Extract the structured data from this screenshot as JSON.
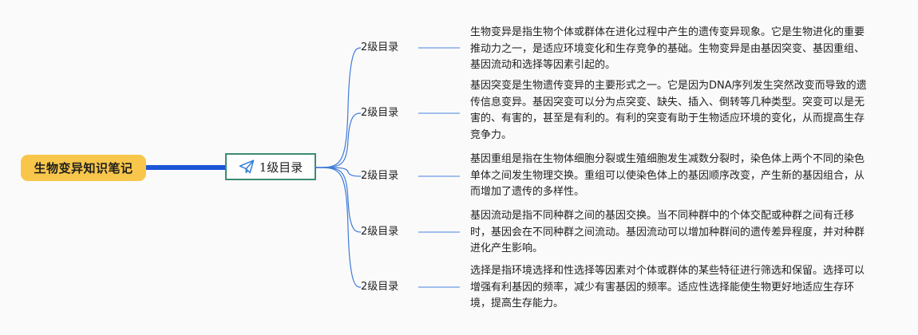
{
  "root": {
    "label": "生物变异知识笔记"
  },
  "level1": {
    "label": "1级目录",
    "icon": "paper-plane-icon"
  },
  "branches": [
    {
      "label": "2级目录",
      "text": "生物变异是指生物个体或群体在进化过程中产生的遗传变异现象。它是生物进化的重要推动力之一，是适应环境变化和生存竞争的基础。生物变异是由基因突变、基因重组、基因流动和选择等因素引起的。"
    },
    {
      "label": "2级目录",
      "text": "基因突变是生物遗传变异的主要形式之一。它是因为DNA序列发生突然改变而导致的遗传信息变异。基因突变可以分为点突变、缺失、插入、倒转等几种类型。突变可以是无害的、有害的，甚至是有利的。有利的突变有助于生物适应环境的变化，从而提高生存竞争力。"
    },
    {
      "label": "2级目录",
      "text": "基因重组是指在生物体细胞分裂或生殖细胞发生减数分裂时，染色体上两个不同的染色单体之间发生物理交换。重组可以使染色体上的基因顺序改变，产生新的基因组合，从而增加了遗传的多样性。"
    },
    {
      "label": "2级目录",
      "text": "基因流动是指不同种群之间的基因交换。当不同种群中的个体交配或种群之间有迁移时，基因会在不同种群之间流动。基因流动可以增加种群间的遗传差异程度，并对种群进化产生影响。"
    },
    {
      "label": "2级目录",
      "text": "选择是指环境选择和性选择等因素对个体或群体的某些特征进行筛选和保留。选择可以增强有利基因的频率，减少有害基因的频率。适应性选择能使生物更好地适应生存环境，提高生存能力。"
    }
  ],
  "colors": {
    "root_fill": "#f8c64a",
    "thick_connector": "#1a56d6",
    "branch_line": "#3f7ad8",
    "leaf_line": "#6c9ae6",
    "level1_border": "#3c8c73",
    "icon": "#2f7fd6"
  }
}
